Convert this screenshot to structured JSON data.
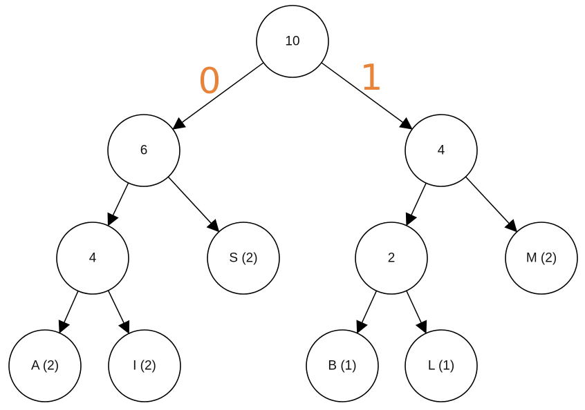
{
  "tree": {
    "nodes": [
      {
        "id": "root",
        "label": "10"
      },
      {
        "id": "n6",
        "label": "6"
      },
      {
        "id": "n4r",
        "label": "4"
      },
      {
        "id": "n4l",
        "label": "4"
      },
      {
        "id": "s",
        "label": "S (2)"
      },
      {
        "id": "n2",
        "label": "2"
      },
      {
        "id": "m",
        "label": "M (2)"
      },
      {
        "id": "a",
        "label": "A (2)"
      },
      {
        "id": "i",
        "label": "I (2)"
      },
      {
        "id": "b",
        "label": "B (1)"
      },
      {
        "id": "l",
        "label": "L (1)"
      }
    ],
    "edges": [
      {
        "from": "root",
        "to": "n6"
      },
      {
        "from": "root",
        "to": "n4r"
      },
      {
        "from": "n6",
        "to": "n4l"
      },
      {
        "from": "n6",
        "to": "s"
      },
      {
        "from": "n4r",
        "to": "n2"
      },
      {
        "from": "n4r",
        "to": "m"
      },
      {
        "from": "n4l",
        "to": "a"
      },
      {
        "from": "n4l",
        "to": "i"
      },
      {
        "from": "n2",
        "to": "b"
      },
      {
        "from": "n2",
        "to": "l"
      }
    ],
    "edge_labels": {
      "left": "0",
      "right": "1"
    },
    "colors": {
      "edge_label": "#e8833a",
      "stroke": "#000000",
      "node_fill": "#ffffff"
    }
  }
}
